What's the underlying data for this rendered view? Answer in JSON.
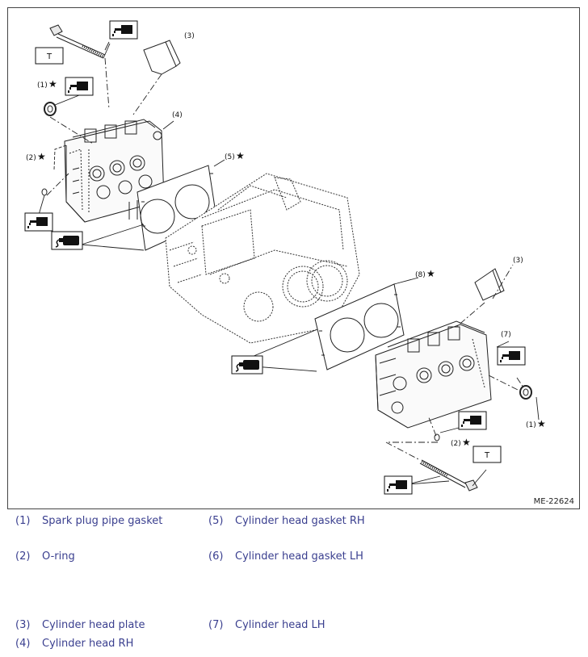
{
  "figure": {
    "code": "ME-22624",
    "callouts": {
      "c1a": "(1)",
      "c2a": "(2)",
      "c3a": "(3)",
      "c4": "(4)",
      "c5": "(5)",
      "c8": "(8)",
      "c3b": "(3)",
      "c7": "(7)",
      "c1b": "(1)",
      "c2b": "(2)"
    },
    "star": "★",
    "torque_label": "T"
  },
  "legend": [
    {
      "num": "(1)",
      "text": "Spark plug pipe gasket"
    },
    {
      "num": "(5)",
      "text": "Cylinder head gasket RH"
    },
    {
      "num": "(2)",
      "text": "O-ring"
    },
    {
      "num": "(6)",
      "text": "Cylinder head gasket LH"
    },
    {
      "num": "(3)",
      "text": "Cylinder head plate"
    },
    {
      "num": "(7)",
      "text": "Cylinder head LH"
    },
    {
      "num": "(4)",
      "text": "Cylinder head RH"
    }
  ]
}
